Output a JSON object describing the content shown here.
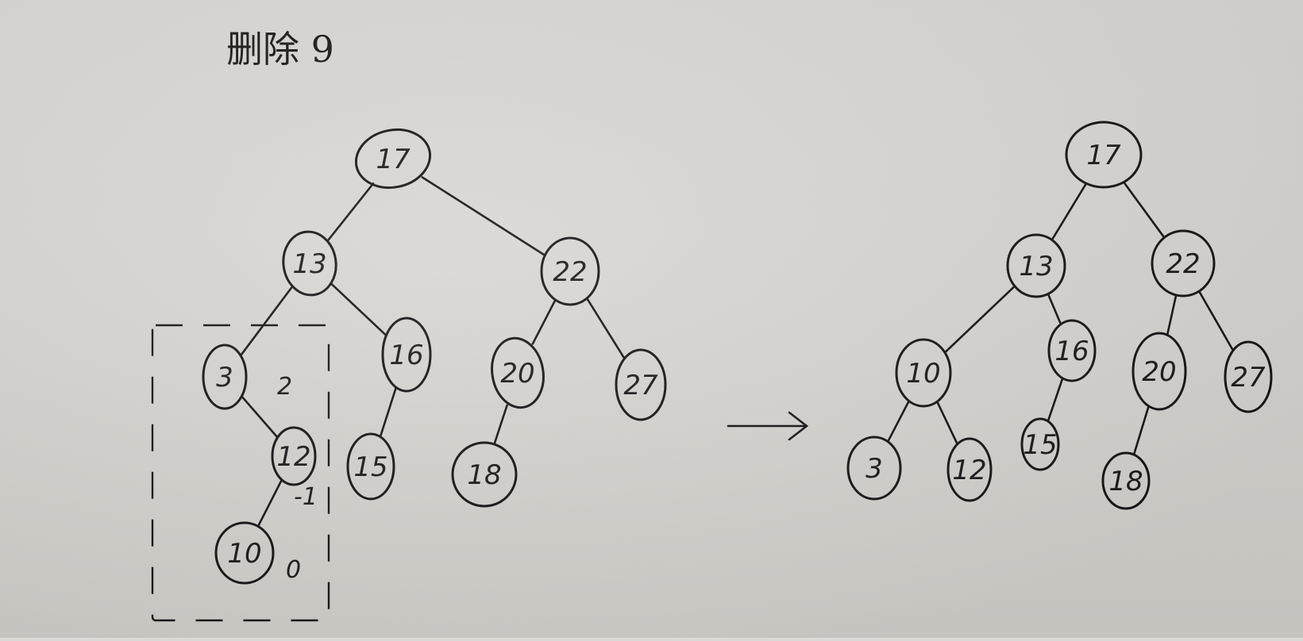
{
  "title": "删除 9",
  "left_tree": {
    "nodes": [
      {
        "id": "17",
        "label": "17"
      },
      {
        "id": "13",
        "label": "13"
      },
      {
        "id": "22",
        "label": "22"
      },
      {
        "id": "3",
        "label": "3"
      },
      {
        "id": "16",
        "label": "16"
      },
      {
        "id": "20",
        "label": "20"
      },
      {
        "id": "27",
        "label": "27"
      },
      {
        "id": "12",
        "label": "12"
      },
      {
        "id": "15",
        "label": "15"
      },
      {
        "id": "18",
        "label": "18"
      },
      {
        "id": "10",
        "label": "10"
      }
    ],
    "edges": [
      [
        "17",
        "13"
      ],
      [
        "17",
        "22"
      ],
      [
        "13",
        "3"
      ],
      [
        "13",
        "16"
      ],
      [
        "22",
        "20"
      ],
      [
        "22",
        "27"
      ],
      [
        "3",
        "12"
      ],
      [
        "16",
        "15"
      ],
      [
        "20",
        "18"
      ],
      [
        "12",
        "10"
      ]
    ],
    "balance_notes": [
      {
        "node": "3",
        "text": "2"
      },
      {
        "node": "12",
        "text": "-1"
      },
      {
        "node": "10",
        "text": "0"
      }
    ]
  },
  "right_tree": {
    "nodes": [
      {
        "id": "17",
        "label": "17"
      },
      {
        "id": "13",
        "label": "13"
      },
      {
        "id": "22",
        "label": "22"
      },
      {
        "id": "10",
        "label": "10"
      },
      {
        "id": "16",
        "label": "16"
      },
      {
        "id": "20",
        "label": "20"
      },
      {
        "id": "27",
        "label": "27"
      },
      {
        "id": "3",
        "label": "3"
      },
      {
        "id": "12",
        "label": "12"
      },
      {
        "id": "15",
        "label": "15"
      },
      {
        "id": "18",
        "label": "18"
      }
    ],
    "edges": [
      [
        "17",
        "13"
      ],
      [
        "17",
        "22"
      ],
      [
        "13",
        "10"
      ],
      [
        "13",
        "16"
      ],
      [
        "22",
        "20"
      ],
      [
        "22",
        "27"
      ],
      [
        "10",
        "3"
      ],
      [
        "10",
        "12"
      ],
      [
        "16",
        "15"
      ],
      [
        "20",
        "18"
      ]
    ]
  }
}
